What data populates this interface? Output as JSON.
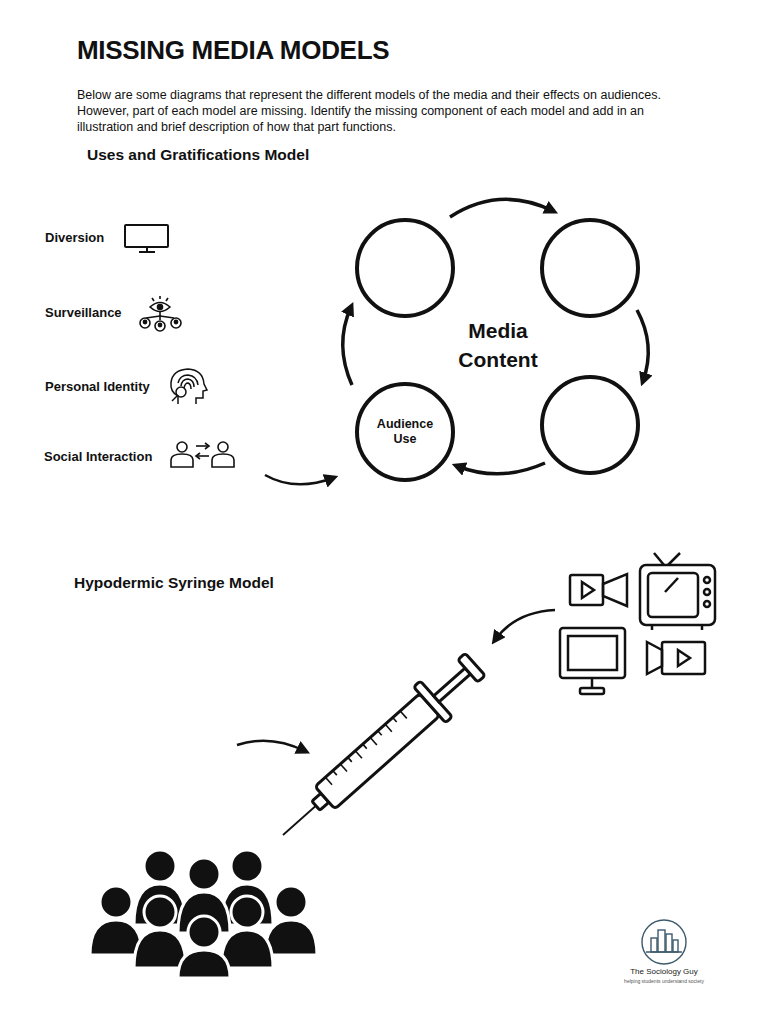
{
  "diagram": {
    "title": "MISSING MEDIA MODELS",
    "nodes": [
      {
        "text": [
          "Audience Use"
        ]
      }
    ],
    "labels": [
      "Below are some diagrams that represent the different models of the media and their effects on audiences. However, part of each model are missing. Identify the missing component of each model and add in an illustration and brief description of how that part functions.",
      "Uses and Gratifications Model",
      "Diversion",
      "Surveillance",
      "Personal Identity",
      "Social Interaction",
      "Media Content",
      "Hypodermic Syringe Model",
      "The Sociology Guy",
      "helping students understand society"
    ]
  }
}
